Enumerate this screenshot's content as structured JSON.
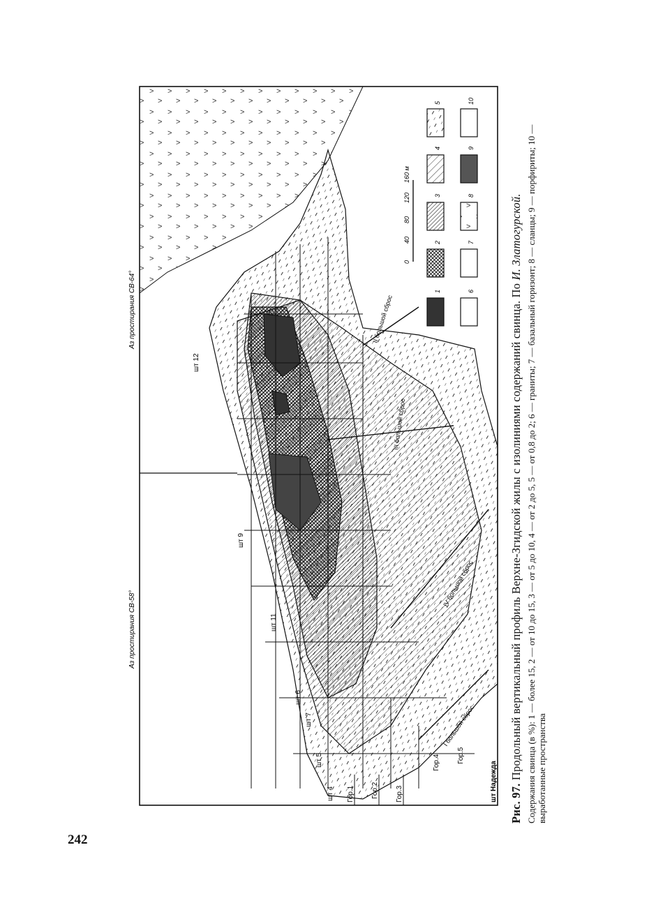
{
  "page_number": "242",
  "figure": {
    "caption_label": "Рис. 97.",
    "caption_text": "Продольный вертикальный профиль Верхне-Згидской жилы с изолиниями содержаний свинца. По ",
    "caption_author": "И. Златогурской.",
    "legend_text": "Содержания свинца (в %): 1 — более 15, 2 — от 10 до 15, 3 — от 5 до 10, 4 — от 2 до 5, 5 — от 0,8 до 2; 6 — граниты; 7 — базальный горизонт; 8 — сланцы; 9 — порфириты; 10 — выработанные пространства",
    "azimuth_left": "Аз простирания СВ-58°",
    "azimuth_right": "Аз простирания СВ-64°",
    "shafts": [
      "шт 4",
      "шт 5",
      "шт 7",
      "шт 6",
      "шт 11",
      "шт 9",
      "шт 12",
      "шт Надежда"
    ],
    "levels": [
      "Гор.1",
      "Гор.2",
      "Гор.3",
      "Гор.4",
      "Гор.5"
    ],
    "faults": [
      "I большой сброс",
      "II большой сброс",
      "III большой сброс",
      "IV большой сброс"
    ],
    "scale_ticks": [
      "0",
      "40",
      "80",
      "120",
      "160 м"
    ],
    "legend_numbers": [
      "1",
      "2",
      "3",
      "4",
      "5",
      "6",
      "7",
      "8",
      "9",
      "10"
    ]
  }
}
